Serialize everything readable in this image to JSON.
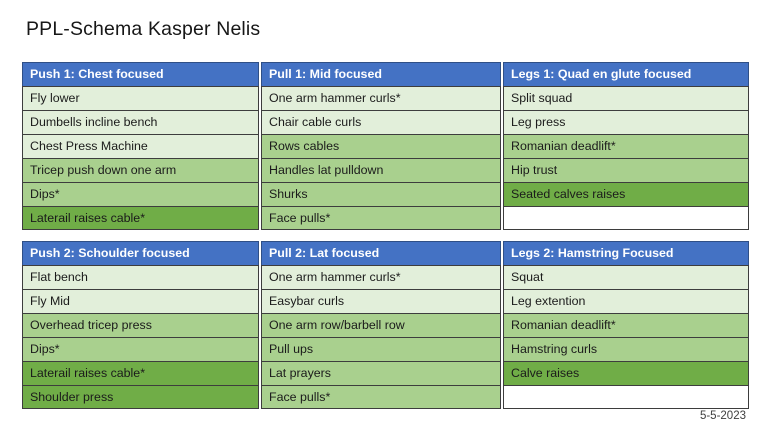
{
  "title": "PPL-Schema Kasper Nelis",
  "date": "5-5-2023",
  "colors": {
    "header_blue": "#4472c4",
    "tone_light": "#e2efda",
    "tone_mid": "#a9d08e",
    "tone_dark": "#70ad47",
    "border": "#3d3d3d",
    "background": "#ffffff",
    "header_text": "#ffffff",
    "body_text": "#1b1b1b"
  },
  "tables": [
    {
      "name": "week-a",
      "columns": [
        {
          "header": "Push 1: Chest focused",
          "cells": [
            {
              "text": "Fly lower",
              "tone": "tone-light"
            },
            {
              "text": "Dumbells incline bench",
              "tone": "tone-light"
            },
            {
              "text": "Chest Press Machine",
              "tone": "tone-light"
            },
            {
              "text": "Tricep push down one arm",
              "tone": "tone-mid"
            },
            {
              "text": "Dips*",
              "tone": "tone-mid"
            },
            {
              "text": "Laterail raises cable*",
              "tone": "tone-dark"
            }
          ]
        },
        {
          "header": "Pull 1: Mid focused",
          "cells": [
            {
              "text": "One arm hammer curls*",
              "tone": "tone-light"
            },
            {
              "text": "Chair cable curls",
              "tone": "tone-light"
            },
            {
              "text": "Rows cables",
              "tone": "tone-mid"
            },
            {
              "text": "Handles lat pulldown",
              "tone": "tone-mid"
            },
            {
              "text": "Shurks",
              "tone": "tone-mid"
            },
            {
              "text": "Face pulls*",
              "tone": "tone-mid"
            }
          ]
        },
        {
          "header": "Legs 1: Quad en glute focused",
          "cells": [
            {
              "text": "Split squad",
              "tone": "tone-light"
            },
            {
              "text": "Leg press",
              "tone": "tone-light"
            },
            {
              "text": "Romanian deadlift*",
              "tone": "tone-mid"
            },
            {
              "text": "Hip trust",
              "tone": "tone-mid"
            },
            {
              "text": "Seated calves raises",
              "tone": "tone-dark"
            },
            {
              "text": "",
              "tone": "tone-none"
            }
          ]
        }
      ]
    },
    {
      "name": "week-b",
      "columns": [
        {
          "header": "Push 2: Schoulder focused",
          "cells": [
            {
              "text": "Flat bench",
              "tone": "tone-light"
            },
            {
              "text": "Fly Mid",
              "tone": "tone-light"
            },
            {
              "text": "Overhead tricep press",
              "tone": "tone-mid"
            },
            {
              "text": "Dips*",
              "tone": "tone-mid"
            },
            {
              "text": "Laterail raises cable*",
              "tone": "tone-dark"
            },
            {
              "text": "Shoulder press",
              "tone": "tone-dark"
            }
          ]
        },
        {
          "header": "Pull 2: Lat focused",
          "cells": [
            {
              "text": "One arm hammer curls*",
              "tone": "tone-light"
            },
            {
              "text": "Easybar curls",
              "tone": "tone-light"
            },
            {
              "text": "One arm row/barbell row",
              "tone": "tone-mid"
            },
            {
              "text": "Pull ups",
              "tone": "tone-mid"
            },
            {
              "text": "Lat prayers",
              "tone": "tone-mid"
            },
            {
              "text": "Face pulls*",
              "tone": "tone-mid"
            }
          ]
        },
        {
          "header": "Legs 2: Hamstring Focused",
          "cells": [
            {
              "text": "Squat",
              "tone": "tone-light"
            },
            {
              "text": "Leg extention",
              "tone": "tone-light"
            },
            {
              "text": "Romanian deadlift*",
              "tone": "tone-mid"
            },
            {
              "text": "Hamstring curls",
              "tone": "tone-mid"
            },
            {
              "text": "Calve raises",
              "tone": "tone-dark"
            },
            {
              "text": "",
              "tone": "tone-none"
            }
          ]
        }
      ]
    }
  ]
}
